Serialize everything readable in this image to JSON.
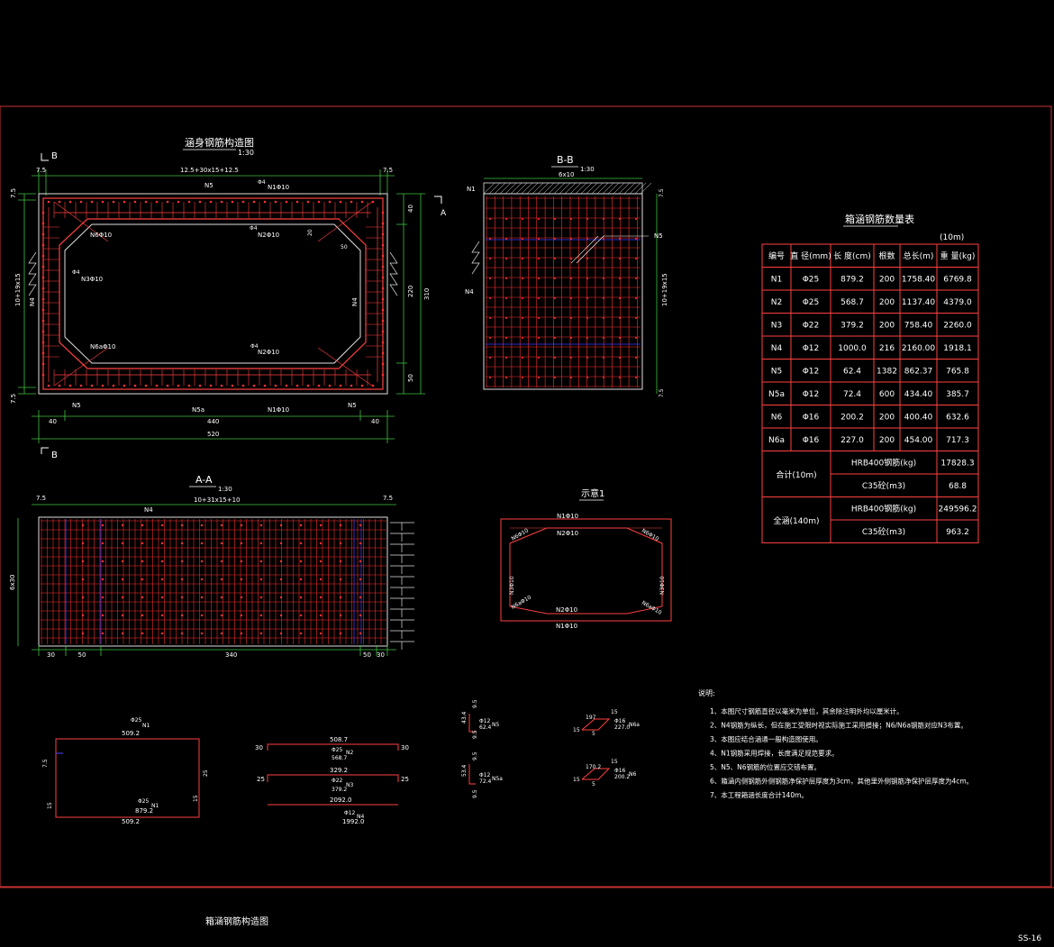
{
  "sheet": {
    "drawing_title": "箱涵钢筋构造图",
    "page_code": "SS-16",
    "colors": {
      "frame": "#c83232",
      "rebar": "#ff3030",
      "dimension": "#33c633",
      "text": "#ffffff",
      "marker": "#3a3aff"
    }
  },
  "views": {
    "elevation": {
      "title": "涵身钢筋构造图",
      "scale": "1:30",
      "section_mark": "B",
      "section_mark_side": "A",
      "dims": {
        "top_left": "7.5",
        "top_right": "7.5",
        "top_span": "12.5+30x15+12.5",
        "bottom_left": "40",
        "bottom_mid": "440",
        "bottom_right": "40",
        "bottom_total": "520",
        "right_top": "40",
        "right_mid": "220",
        "right_bot": "50",
        "right_total": "310",
        "left_mid": "10+19x15",
        "left_top": "7.5",
        "left_bot": "7.5",
        "haunch_a": "20",
        "haunch_b": "50"
      },
      "labels": {
        "n5_top": "N5",
        "n1_top": "N1Φ10",
        "n4_top": "Φ4",
        "n6": "N6Φ10",
        "n2_top": "N2Φ10",
        "n2_top_sub": "Φ4",
        "n3": "N3Φ10",
        "n3_sub": "Φ4",
        "n6a": "N6aΦ10",
        "n2_bot": "N2Φ10",
        "n2_bot_sub": "Φ4",
        "n5_bl": "N5",
        "n5a": "N5a",
        "n1_bot": "N1Φ10",
        "n5_br": "N5",
        "n4_left": "N4",
        "n4_right": "N4"
      }
    },
    "section_bb": {
      "title": "B-B",
      "scale": "1:30",
      "top_dim": "6x10",
      "left_label": "N1",
      "right_label": "N5",
      "left_bottom_label": "N4",
      "right_dim": "10+19x15",
      "dim_top": "7.5",
      "dim_bot": "7.5"
    },
    "section_aa": {
      "title": "A-A",
      "scale": "1:30",
      "top_left": "7.5",
      "top_right": "7.5",
      "top_span": "10+31x15+10",
      "n4": "N4",
      "left_dim": "6x30",
      "bottom_dims": [
        "30",
        "50",
        "340",
        "50",
        "30"
      ]
    },
    "schematic": {
      "title": "示意1",
      "labels": {
        "n1_top": "N1Φ10",
        "n2_top": "N2Φ10",
        "n6_tl": "N6Φ10",
        "n6_tr": "N6Φ10",
        "n3_l": "N3Φ10",
        "n3_r": "N3Φ10",
        "n6a_bl": "N6aΦ10",
        "n6a_br": "N6aΦ10",
        "n2_bot": "N2Φ10",
        "n1_bot": "N1Φ10"
      }
    }
  },
  "rebar_table": {
    "title": "箱涵钢筋数量表",
    "unit": "(10m)",
    "headers": [
      "编号",
      "直 径(mm)",
      "长 度(cm)",
      "根数",
      "总长(m)",
      "重 量(kg)"
    ],
    "rows": [
      [
        "N1",
        "Φ25",
        "879.2",
        "200",
        "1758.40",
        "6769.8"
      ],
      [
        "N2",
        "Φ25",
        "568.7",
        "200",
        "1137.40",
        "4379.0"
      ],
      [
        "N3",
        "Φ22",
        "379.2",
        "200",
        "758.40",
        "2260.0"
      ],
      [
        "N4",
        "Φ12",
        "1000.0",
        "216",
        "2160.00",
        "1918.1"
      ],
      [
        "N5",
        "Φ12",
        "62.4",
        "1382",
        "862.37",
        "765.8"
      ],
      [
        "N5a",
        "Φ12",
        "72.4",
        "600",
        "434.40",
        "385.7"
      ],
      [
        "N6",
        "Φ16",
        "200.2",
        "200",
        "400.40",
        "632.6"
      ],
      [
        "N6a",
        "Φ16",
        "227.0",
        "200",
        "454.00",
        "717.3"
      ]
    ],
    "totals": [
      {
        "group": "合计(10m)",
        "items": [
          [
            "HRB400钢筋(kg)",
            "17828.3"
          ],
          [
            "C35砼(m3)",
            "68.8"
          ]
        ]
      },
      {
        "group": "全涵(140m)",
        "items": [
          [
            "HRB400钢筋(kg)",
            "249596.2"
          ],
          [
            "C35砼(m3)",
            "963.2"
          ]
        ]
      }
    ]
  },
  "bar_shapes": {
    "n1": {
      "top": "509.2",
      "dia": "Φ25",
      "mark": "N1",
      "bot_dia": "Φ25",
      "bot_mark": "N1",
      "bot_len": "879.2",
      "bot": "509.2",
      "left": "7.5",
      "right": "25",
      "left_small": "15",
      "right_small": "15"
    },
    "n2": {
      "top": "508.7",
      "dia": "Φ25",
      "mark": "N2",
      "left": "30",
      "right": "30",
      "len": "568.7"
    },
    "n3": {
      "top": "329.2",
      "dia": "Φ22",
      "mark": "N3",
      "left": "25",
      "right": "25",
      "len": "379.2"
    },
    "n4": {
      "top": "2092.0",
      "dia": "Φ12",
      "mark": "N4",
      "len": "1992.0"
    },
    "n5": {
      "v1": "9.5",
      "v2": "43.4",
      "dia": "Φ12",
      "len": "62.4",
      "mark": "N5",
      "v3": "9.5"
    },
    "n5a": {
      "v1": "9.5",
      "v2": "53.4",
      "dia": "Φ12",
      "len": "72.4",
      "mark": "N5a",
      "v3": "9.5"
    },
    "n6a": {
      "a": "197",
      "b": "15",
      "dia": "Φ16",
      "len": "227.0",
      "mark": "N6a",
      "c": "15",
      "d": "5"
    },
    "n6": {
      "a": "170.2",
      "b": "15",
      "dia": "Φ16",
      "len": "200.2",
      "mark": "N6",
      "c": "15",
      "d": "5"
    }
  },
  "notes": {
    "heading": "说明:",
    "items": [
      "1、本图尺寸钢筋直径以毫米为单位，其余除注明外均以厘米计。",
      "2、N4钢筋为纵长，但在施工受限时视实际施工采用搭接；N6/N6a钢筋对应N3布置。",
      "3、本图应结合涵通一般构造图使用。",
      "4、N1钢筋采用焊接，长度满足规范要求。",
      "5、N5、N6钢筋的位置应交错布置。",
      "6、箱涵内侧钢筋外侧钢筋净保护层厚度为3cm，其他里外侧钢筋净保护层厚度为4cm。",
      "7、本工程箱涵长度合计140m。"
    ]
  }
}
